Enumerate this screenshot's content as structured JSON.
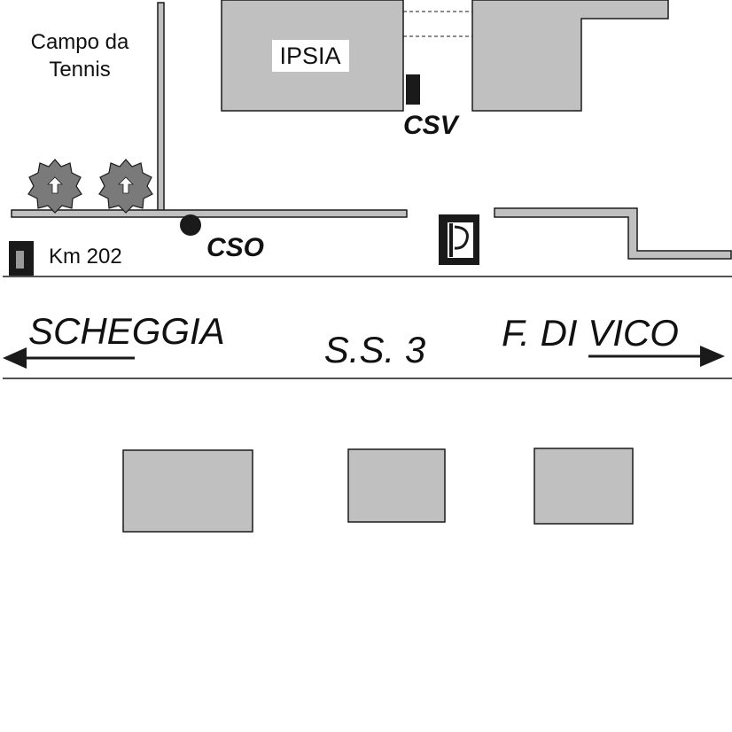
{
  "map": {
    "labels": {
      "tennis_line1": "Campo da",
      "tennis_line2": "Tennis",
      "school": "IPSIA",
      "stop_csv": "CSV",
      "stop_cso": "CSO",
      "km_marker": "Km 202",
      "road_name": "S.S. 3",
      "direction_left": "SCHEGGIA",
      "direction_right": "F. DI VICO"
    },
    "icons": {
      "parking": "parking-sign-icon",
      "tree": "tree-icon",
      "km_post": "km-marker-icon",
      "arrow_left": "arrow-left-icon",
      "arrow_right": "arrow-right-icon"
    },
    "colors": {
      "building_fill": "#c0c0c0",
      "stroke": "#1a1a1a",
      "tree_fill": "#7a7a7a"
    }
  }
}
